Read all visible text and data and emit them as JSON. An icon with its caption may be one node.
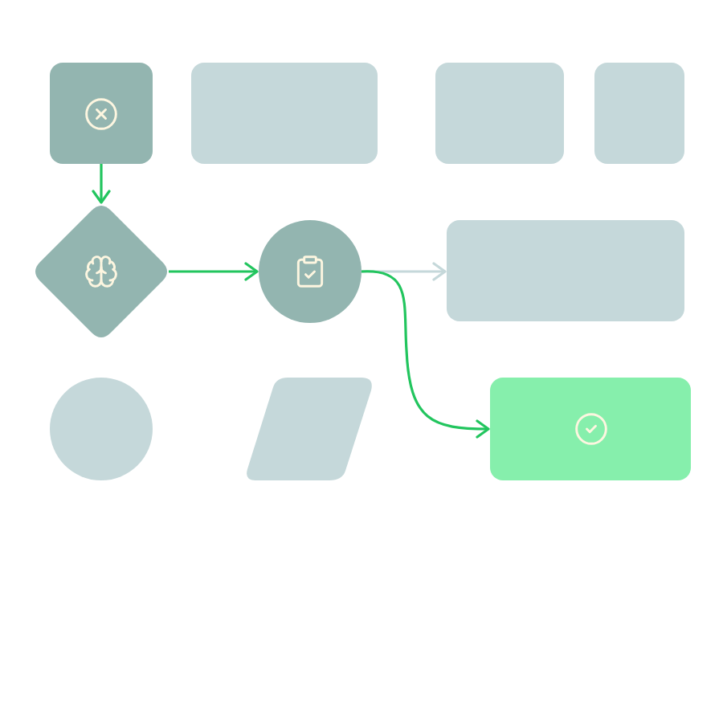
{
  "diagram": {
    "nodes": [
      {
        "text": [],
        "shape": "box"
      },
      {
        "text": [],
        "shape": "box"
      },
      {
        "text": [],
        "shape": "box"
      },
      {
        "text": [],
        "shape": "box"
      },
      {
        "text": [],
        "shape": "diamond"
      },
      {
        "text": [],
        "shape": "circle"
      },
      {
        "text": [],
        "shape": "box"
      },
      {
        "text": [],
        "shape": "circle"
      },
      {
        "text": [],
        "shape": "parallelogram"
      },
      {
        "text": [],
        "shape": "box"
      }
    ],
    "edges": [
      {
        "from": 0,
        "to": 4,
        "arrow": "to"
      },
      {
        "from": 4,
        "to": 5,
        "arrow": "to"
      },
      {
        "from": 5,
        "to": 6,
        "arrow": "to",
        "color": "#c5d8da"
      },
      {
        "from": 5,
        "to": 9,
        "arrow": "to"
      }
    ]
  }
}
